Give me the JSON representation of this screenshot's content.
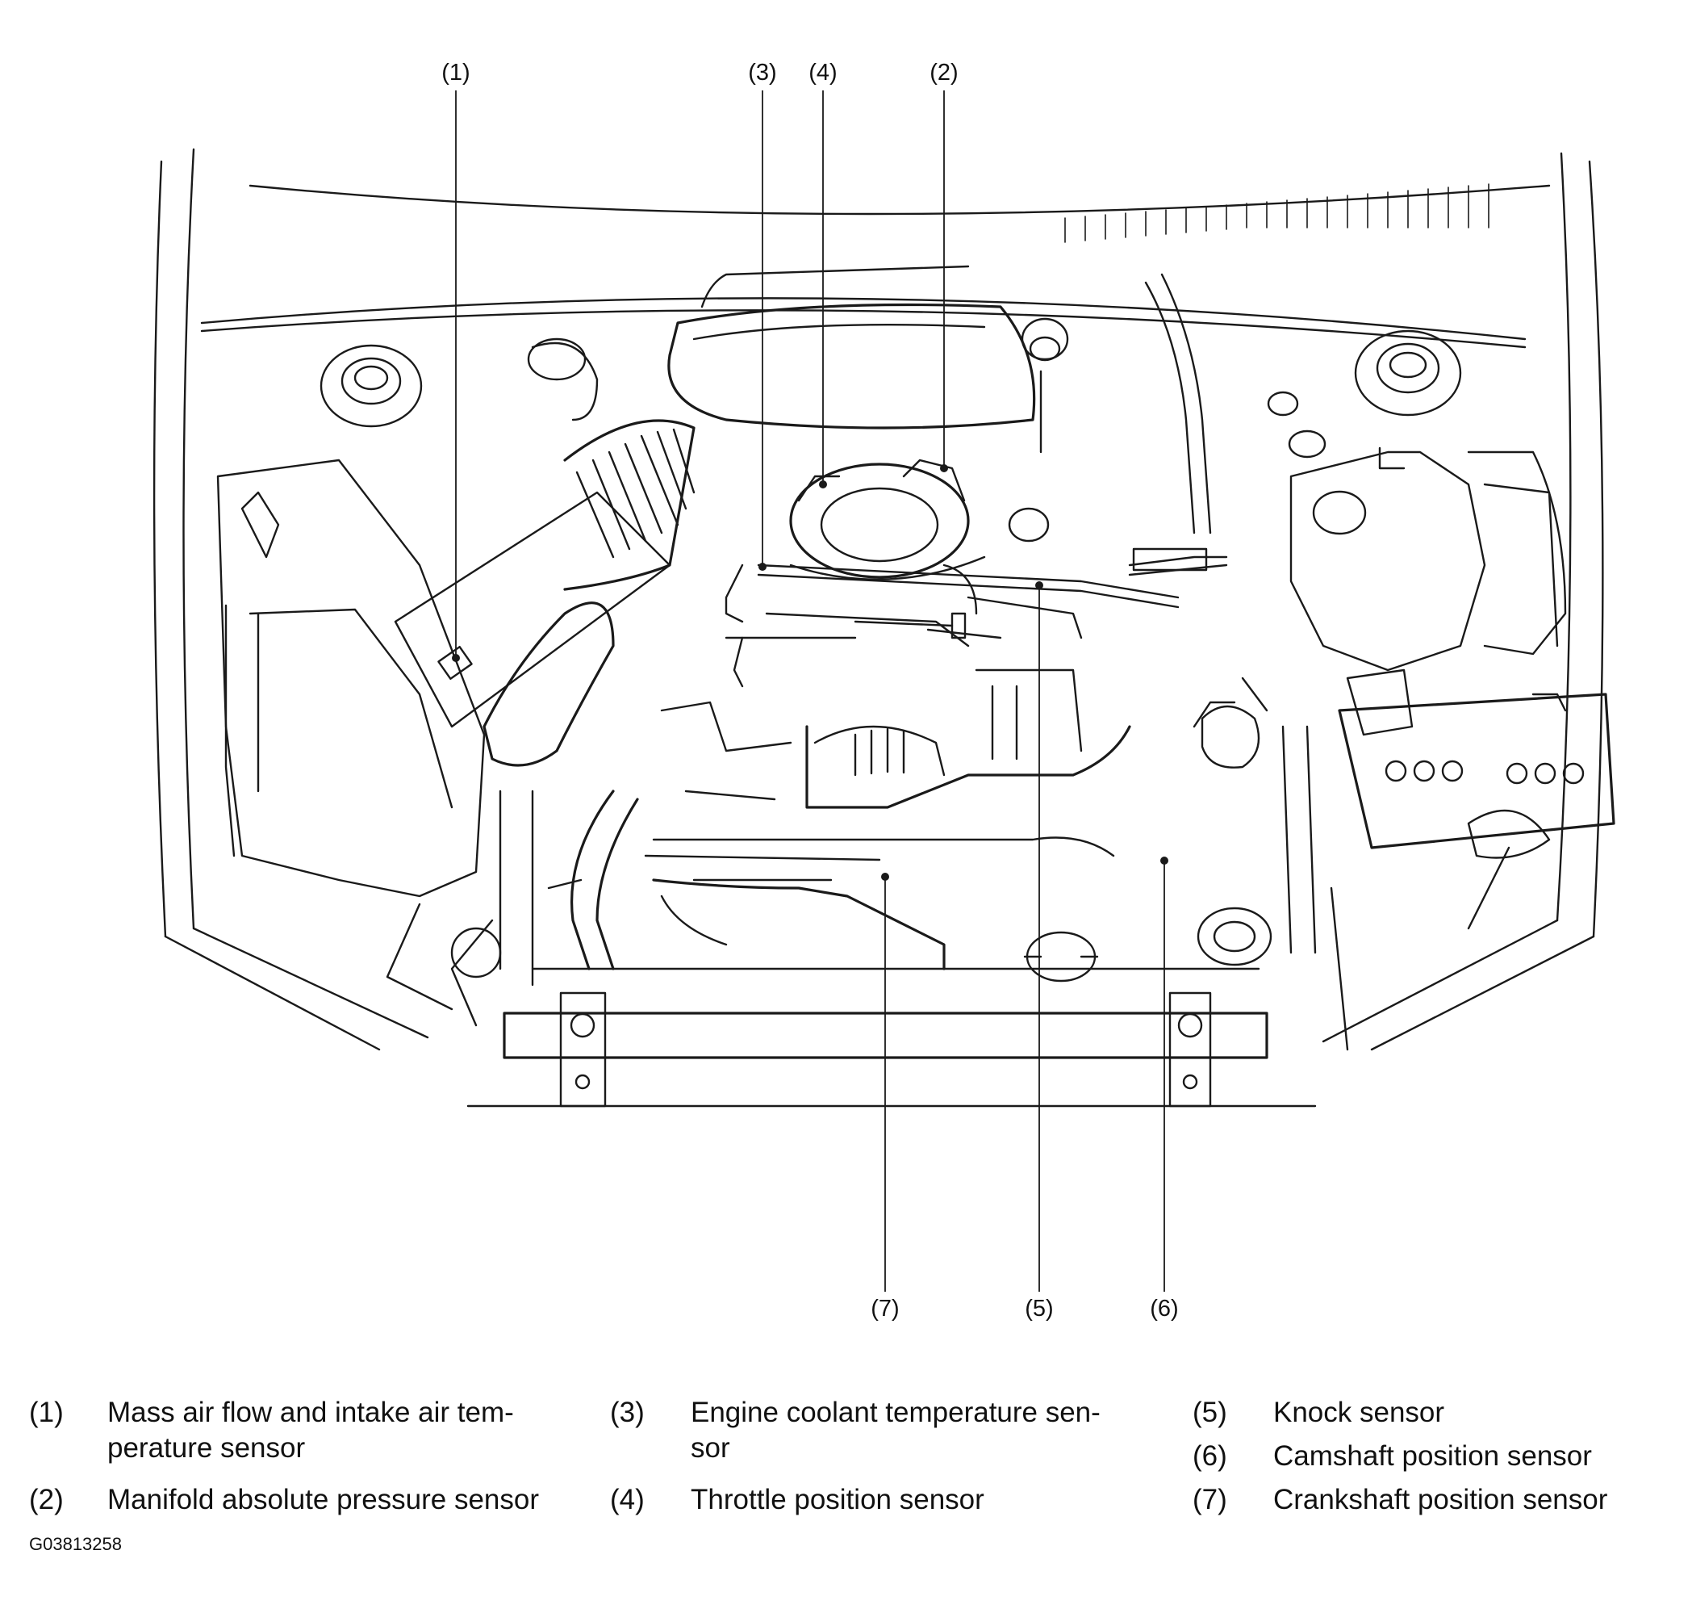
{
  "callouts": {
    "c1": "(1)",
    "c2": "(2)",
    "c3": "(3)",
    "c4": "(4)",
    "c5": "(5)",
    "c6": "(6)",
    "c7": "(7)"
  },
  "legend": [
    {
      "num": "(1)",
      "lines": [
        "Mass air flow and intake air tem-",
        "perature sensor"
      ]
    },
    {
      "num": "(2)",
      "lines": [
        "Manifold absolute pressure sensor"
      ]
    },
    {
      "num": "(3)",
      "lines": [
        "Engine coolant temperature sen-",
        "sor"
      ]
    },
    {
      "num": "(4)",
      "lines": [
        "Throttle position sensor"
      ]
    },
    {
      "num": "(5)",
      "lines": [
        "Knock sensor"
      ]
    },
    {
      "num": "(6)",
      "lines": [
        "Camshaft position sensor"
      ]
    },
    {
      "num": "(7)",
      "lines": [
        "Crankshaft position sensor"
      ]
    }
  ],
  "figure_code": "G03813258"
}
